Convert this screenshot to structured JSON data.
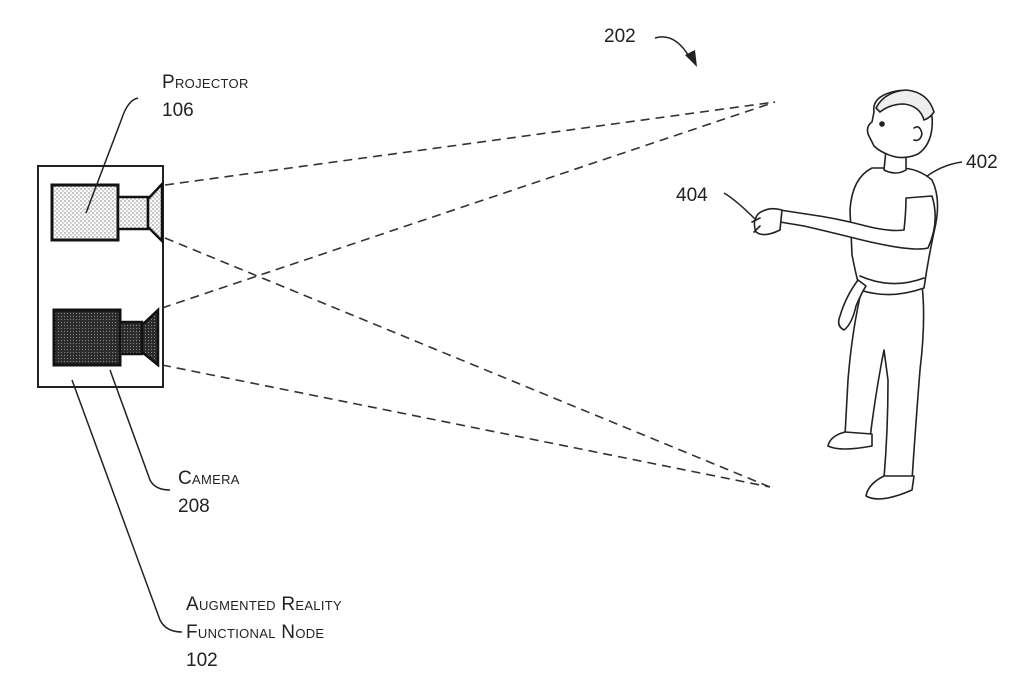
{
  "figure_ref": "202",
  "projector": {
    "name": "Projector",
    "ref": "106"
  },
  "camera": {
    "name": "Camera",
    "ref": "208"
  },
  "node": {
    "name_line1": "Augmented Reality",
    "name_line2": "Functional Node",
    "ref": "102"
  },
  "person": {
    "ref": "402"
  },
  "hand": {
    "ref": "404"
  }
}
